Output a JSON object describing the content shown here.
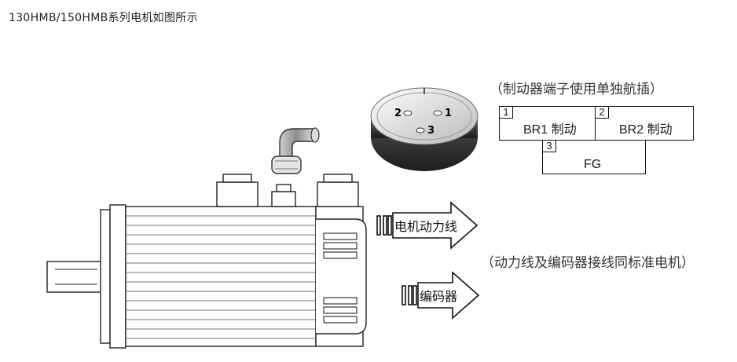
{
  "caption": "130HMB/150HMB系列电机如图所示",
  "brake_note": "（制动器端子使用单独航插）",
  "cable_note": "（动力线及编码器接线同标准电机）",
  "arrows": {
    "power": "电机动力线",
    "encoder": "编码器"
  },
  "connector_pins": [
    "2",
    "1",
    "3"
  ],
  "pins": [
    {
      "num": "1",
      "label": "BR1 制动"
    },
    {
      "num": "2",
      "label": "BR2 制动"
    },
    {
      "num": "3",
      "label": "FG"
    }
  ]
}
